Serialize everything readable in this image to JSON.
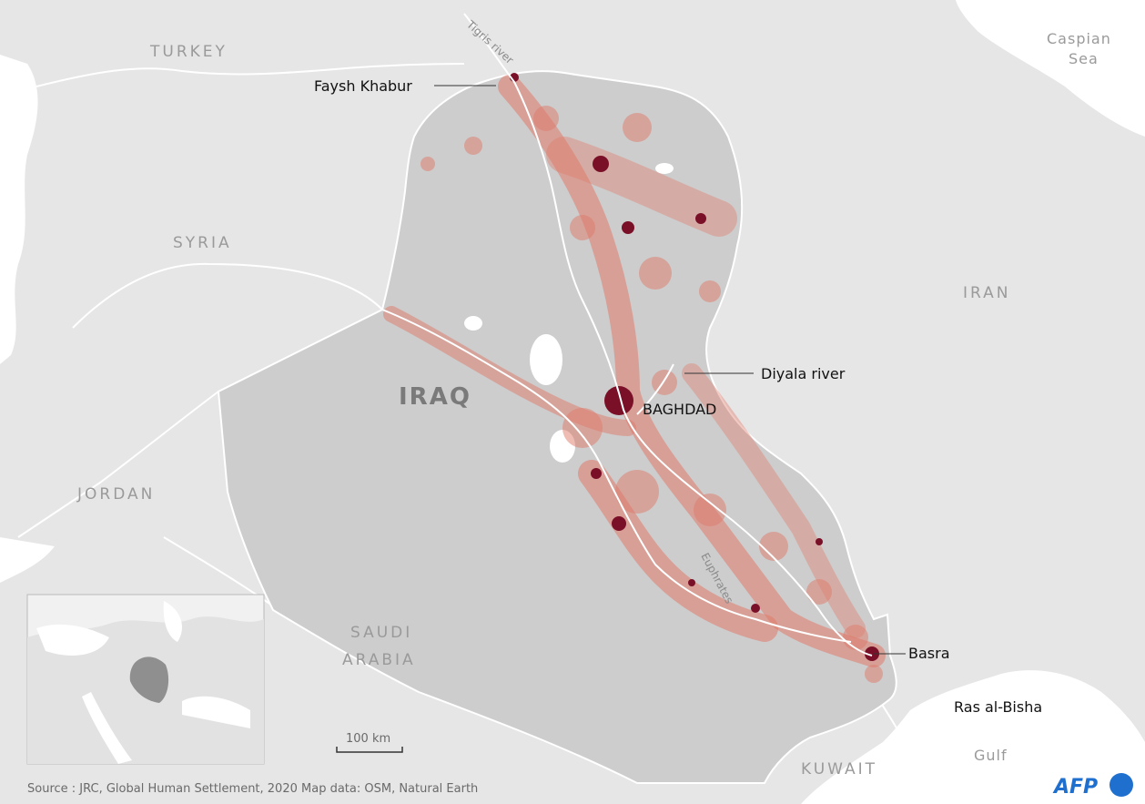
{
  "map": {
    "countries": {
      "turkey": "TURKEY",
      "syria": "SYRIA",
      "iran": "IRAN",
      "jordan": "JORDAN",
      "saudi_line1": "SAUDI",
      "saudi_line2": "ARABIA",
      "kuwait": "KUWAIT",
      "iraq": "IRAQ"
    },
    "seas": {
      "caspian_line1": "Caspian",
      "caspian_line2": "Sea",
      "gulf": "Gulf"
    },
    "places": {
      "faysh_khabur": "Faysh Khabur",
      "baghdad": "BAGHDAD",
      "basra": "Basra",
      "ras_al_bisha": "Ras al-Bisha"
    },
    "rivers": {
      "tigris": "Tigris river",
      "diyala": "Diyala river",
      "euphrates": "Euphrates"
    },
    "scale": "100 km",
    "source": "Source : JRC, Global Human Settlement, 2020    Map data: OSM, Natural Earth",
    "logo": "AFP",
    "colors": {
      "land": "#e6e6e6",
      "iraq": "#cdcdcd",
      "water": "#ffffff",
      "settlement": "#e07a6a",
      "settlement_dense": "#7a1028",
      "logo": "#1f6fcf"
    }
  }
}
